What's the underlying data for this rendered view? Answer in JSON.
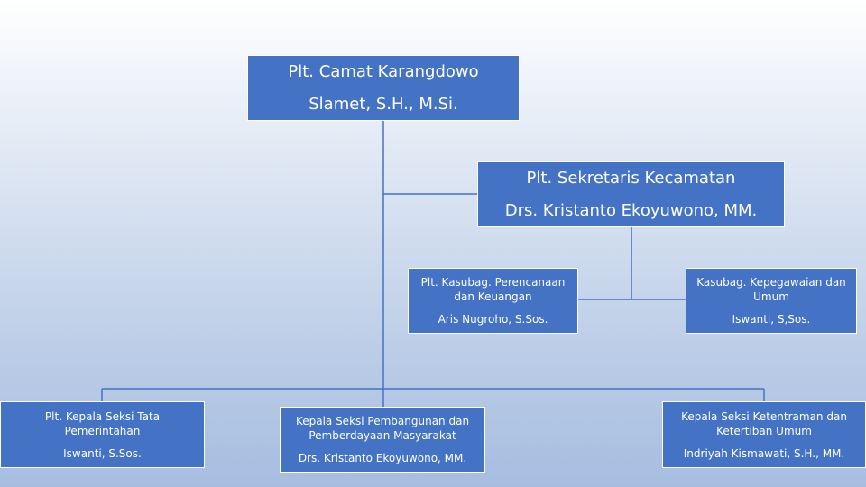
{
  "org_chart": {
    "camat": {
      "title": "Plt. Camat Karangdowo",
      "name": "Slamet, S.H., M.Si."
    },
    "sekretaris": {
      "title": "Plt. Sekretaris Kecamatan",
      "name": "Drs. Kristanto Ekoyuwono, MM."
    },
    "perencanaan": {
      "title": "Plt. Kasubag. Perencanaan dan Keuangan",
      "name": "Aris Nugroho, S.Sos."
    },
    "kepegawaian": {
      "title": "Kasubag. Kepegawaian dan Umum",
      "name": "Iswanti, S,Sos."
    },
    "pemerintahan": {
      "title": "Plt. Kepala Seksi Tata Pemerintahan",
      "name": "Iswanti, S.Sos."
    },
    "pembangunan": {
      "title": "Kepala Seksi Pembangunan dan Pemberdayaan Masyarakat",
      "name": "Drs. Kristanto Ekoyuwono, MM."
    },
    "ketentraman": {
      "title": "Kepala Seksi Ketentraman dan Ketertiban Umum",
      "name": "Indriyah Kismawati, S.H., MM."
    }
  },
  "colors": {
    "box_fill": "#4472c4",
    "connector": "#4472c4",
    "text": "#ffffff"
  }
}
